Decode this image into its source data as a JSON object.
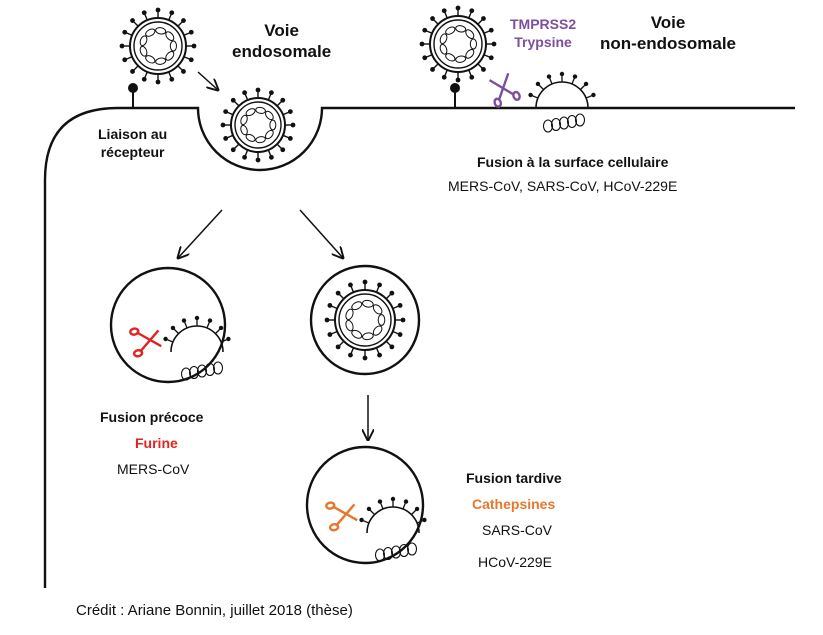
{
  "titles": {
    "endosomal": [
      "Voie",
      "endosomale"
    ],
    "non_endosomal": [
      "Voie",
      "non-endosomale"
    ]
  },
  "receptor_binding": [
    "Liaison au",
    "récepteur"
  ],
  "proteases_top": [
    "TMPRSS2",
    "Trypsine"
  ],
  "surface_fusion": {
    "title": "Fusion à la surface cellulaire",
    "viruses": "MERS-CoV, SARS-CoV, HCoV-229E"
  },
  "early_fusion": {
    "title": "Fusion précoce",
    "protease": "Furine",
    "viruses": "MERS-CoV"
  },
  "late_fusion": {
    "title": "Fusion tardive",
    "protease": "Cathepsines",
    "viruses": [
      "SARS-CoV",
      "HCoV-229E"
    ]
  },
  "credit": "Crédit :   Ariane Bonnin, juillet 2018 (thèse)",
  "colors": {
    "tmprss2": "#7b4fa0",
    "furine": "#e02424",
    "cathepsines": "#e8772e",
    "line": "#111111"
  },
  "icons": [
    "virion-icon",
    "scissors-icon",
    "receptor-icon",
    "arrow-icon",
    "endosome-icon",
    "rna-genome-icon"
  ]
}
